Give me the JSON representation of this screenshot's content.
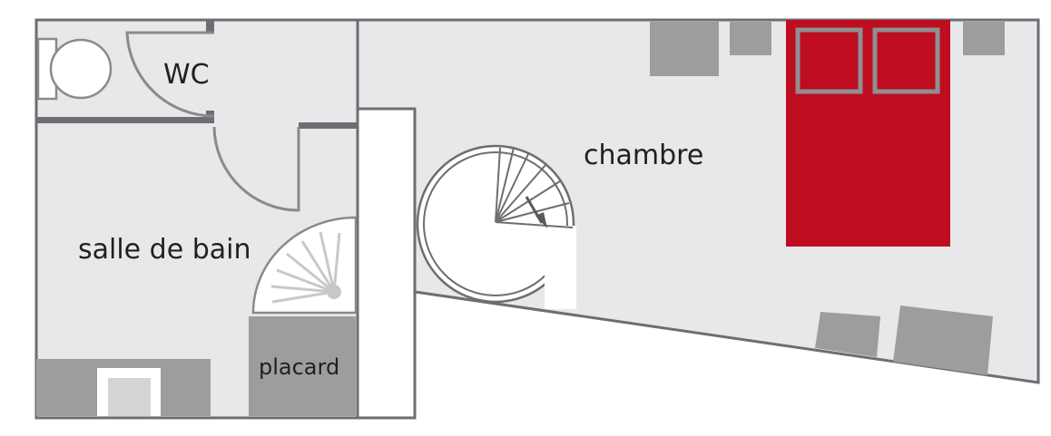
{
  "plan": {
    "rooms": {
      "wc": "WC",
      "bathroom": "salle de bain",
      "bedroom": "chambre",
      "closet": "placard"
    },
    "colors": {
      "floor": "#e8e8eb",
      "wall": "#6d6e71",
      "furniture": "#9d9d9f",
      "bed": "#be0d1f",
      "fixture_white": "#ffffff",
      "door_line": "#8a8a8c"
    },
    "icons": [
      "toilet-icon",
      "shower-icon",
      "spiral-staircase-icon",
      "bed-icon",
      "sink-icon"
    ]
  }
}
